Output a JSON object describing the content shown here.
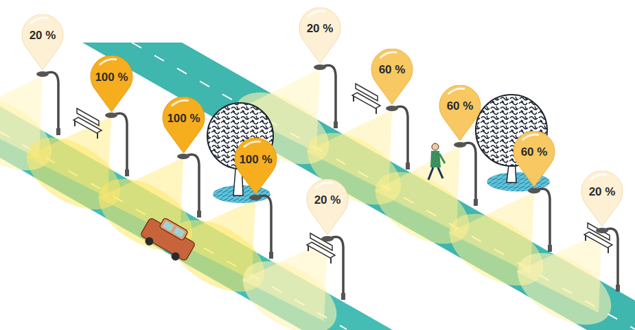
{
  "diagram": {
    "nodes": [
      {
        "text": [
          "20 %"
        ]
      },
      {
        "text": [
          "100 %"
        ]
      },
      {
        "text": [
          "100 %"
        ]
      },
      {
        "text": [
          "100 %"
        ]
      },
      {
        "text": [
          "20 %"
        ]
      },
      {
        "text": [
          "20 %"
        ]
      },
      {
        "text": [
          "60 %"
        ]
      },
      {
        "text": [
          "60 %"
        ]
      },
      {
        "text": [
          "60 %"
        ]
      },
      {
        "text": [
          "20 %"
        ]
      }
    ]
  }
}
